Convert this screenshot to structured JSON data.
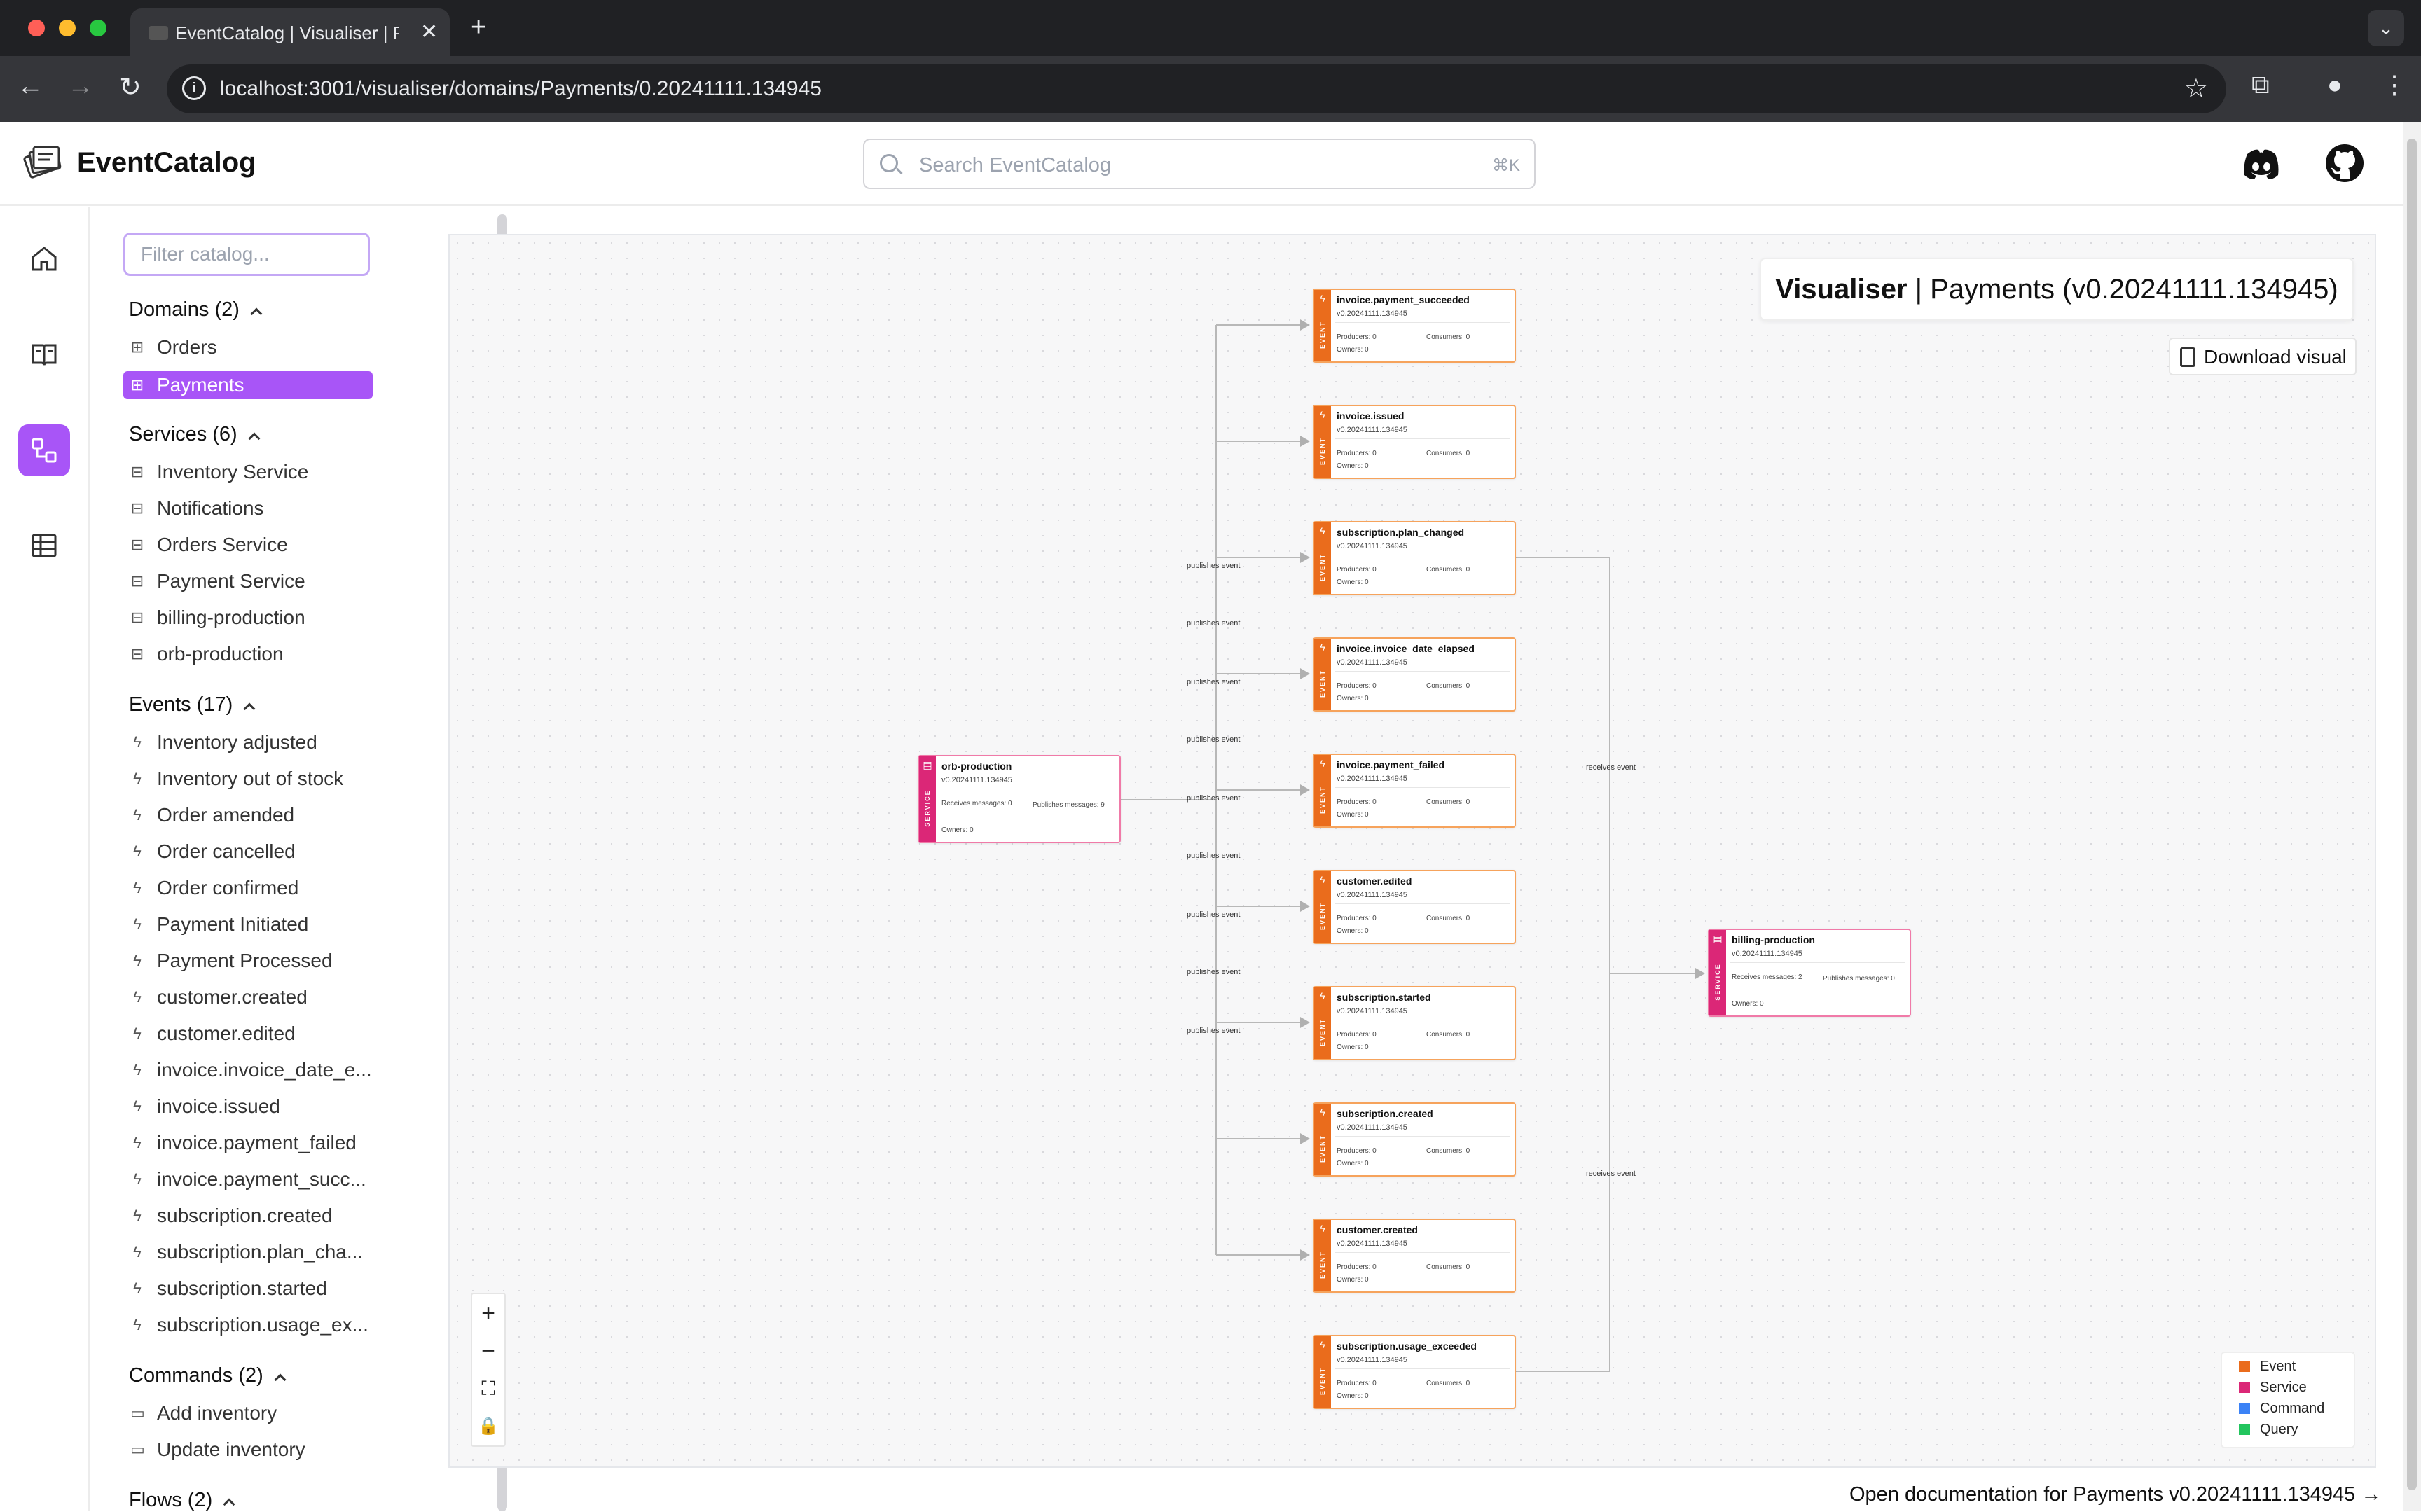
{
  "browser": {
    "tab_title": "EventCatalog | Visualiser | Payments",
    "url": "localhost:3001/visualiser/domains/Payments/0.20241111.134945",
    "colors": {
      "close": "#ff5f57",
      "minimize": "#febc2e",
      "maximize": "#28c840"
    }
  },
  "header": {
    "brand": "EventCatalog",
    "search_placeholder": "Search EventCatalog",
    "search_shortcut": "⌘K",
    "icons": [
      "discord-icon",
      "github-icon"
    ]
  },
  "rail": {
    "items": [
      "home-icon",
      "docs-icon",
      "visualiser-icon",
      "table-icon"
    ],
    "active": "visualiser-icon",
    "accent": "#a855f7"
  },
  "sidebar": {
    "filter_placeholder": "Filter catalog...",
    "domains": {
      "title": "Domains (2)",
      "items": [
        "Orders",
        "Payments"
      ],
      "active": "Payments"
    },
    "services": {
      "title": "Services (6)",
      "items": [
        "Inventory Service",
        "Notifications",
        "Orders Service",
        "Payment Service",
        "billing-production",
        "orb-production"
      ]
    },
    "events": {
      "title": "Events (17)",
      "items": [
        "Inventory adjusted",
        "Inventory out of stock",
        "Order amended",
        "Order cancelled",
        "Order confirmed",
        "Payment Initiated",
        "Payment Processed",
        "customer.created",
        "customer.edited",
        "invoice.invoice_date_e...",
        "invoice.issued",
        "invoice.payment_failed",
        "invoice.payment_succ...",
        "subscription.created",
        "subscription.plan_cha...",
        "subscription.started",
        "subscription.usage_ex..."
      ]
    },
    "commands": {
      "title": "Commands (2)",
      "items": [
        "Add inventory",
        "Update inventory"
      ]
    },
    "flows": {
      "title": "Flows (2)"
    }
  },
  "visualiser": {
    "title_bold": "Visualiser",
    "title_rest": " | Payments (v0.20241111.134945)",
    "download_label": "Download visual",
    "event_strip_label": "EVENT",
    "service_strip_label": "SERVICE",
    "events": [
      {
        "name": "invoice.payment_succeeded",
        "version": "v0.20241111.134945",
        "producers": "Producers: 0",
        "consumers": "Consumers: 0",
        "owners": "Owners: 0"
      },
      {
        "name": "invoice.issued",
        "version": "v0.20241111.134945",
        "producers": "Producers: 0",
        "consumers": "Consumers: 0",
        "owners": "Owners: 0"
      },
      {
        "name": "subscription.plan_changed",
        "version": "v0.20241111.134945",
        "producers": "Producers: 0",
        "consumers": "Consumers: 0",
        "owners": "Owners: 0"
      },
      {
        "name": "invoice.invoice_date_elapsed",
        "version": "v0.20241111.134945",
        "producers": "Producers: 0",
        "consumers": "Consumers: 0",
        "owners": "Owners: 0"
      },
      {
        "name": "invoice.payment_failed",
        "version": "v0.20241111.134945",
        "producers": "Producers: 0",
        "consumers": "Consumers: 0",
        "owners": "Owners: 0"
      },
      {
        "name": "customer.edited",
        "version": "v0.20241111.134945",
        "producers": "Producers: 0",
        "consumers": "Consumers: 0",
        "owners": "Owners: 0"
      },
      {
        "name": "subscription.started",
        "version": "v0.20241111.134945",
        "producers": "Producers: 0",
        "consumers": "Consumers: 0",
        "owners": "Owners: 0"
      },
      {
        "name": "subscription.created",
        "version": "v0.20241111.134945",
        "producers": "Producers: 0",
        "consumers": "Consumers: 0",
        "owners": "Owners: 0"
      },
      {
        "name": "customer.created",
        "version": "v0.20241111.134945",
        "producers": "Producers: 0",
        "consumers": "Consumers: 0",
        "owners": "Owners: 0"
      },
      {
        "name": "subscription.usage_exceeded",
        "version": "v0.20241111.134945",
        "producers": "Producers: 0",
        "consumers": "Consumers: 0",
        "owners": "Owners: 0"
      }
    ],
    "services": [
      {
        "name": "orb-production",
        "version": "v0.20241111.134945",
        "receives": "Receives messages: 0",
        "publishes": "Publishes messages: 9",
        "owners": "Owners: 0"
      },
      {
        "name": "billing-production",
        "version": "v0.20241111.134945",
        "receives": "Receives messages: 2",
        "publishes": "Publishes messages: 0",
        "owners": "Owners: 0"
      }
    ],
    "edge_labels": {
      "publishes": "publishes event",
      "receives": "receives event"
    },
    "controls": [
      "zoom-in",
      "zoom-out",
      "fit-view",
      "lock"
    ],
    "legend": [
      {
        "label": "Event",
        "color": "#ea6c1c"
      },
      {
        "label": "Service",
        "color": "#db2777"
      },
      {
        "label": "Command",
        "color": "#3b82f6"
      },
      {
        "label": "Query",
        "color": "#22c55e"
      }
    ]
  },
  "footer": {
    "open_doc_link": "Open documentation for Payments v0.20241111.134945 →"
  }
}
